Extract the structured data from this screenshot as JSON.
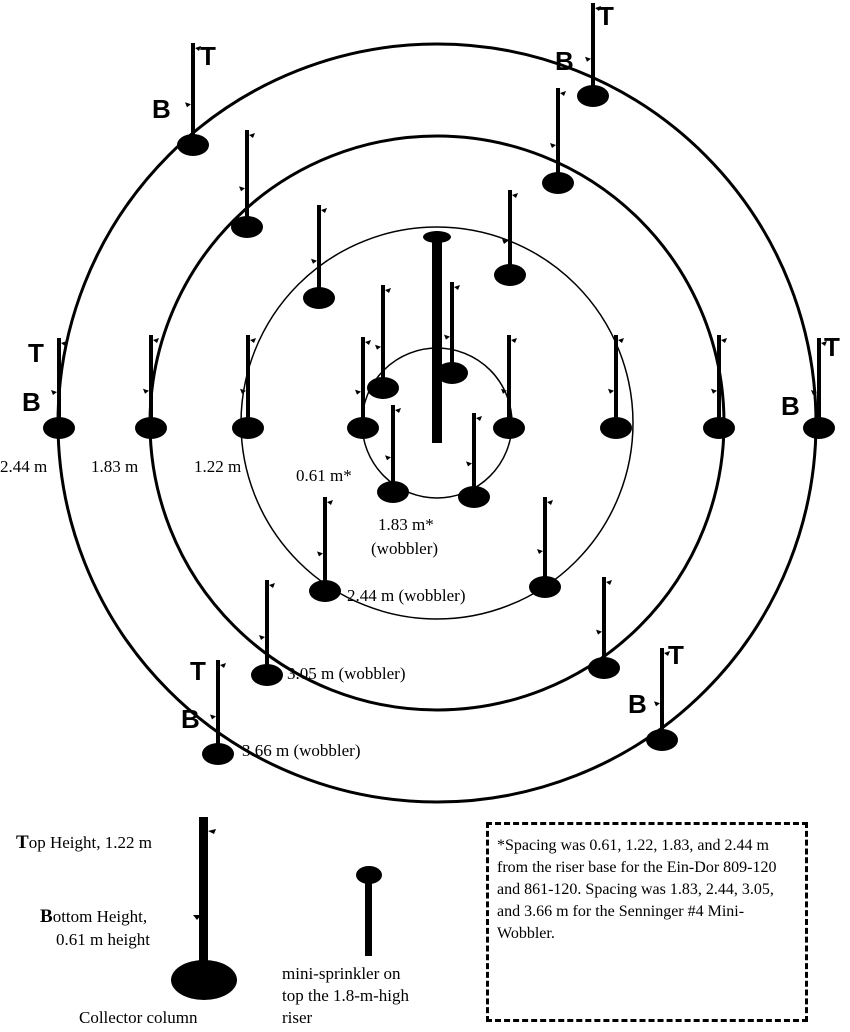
{
  "rings": [
    {
      "label": "0.61 m*",
      "sub": "1.83 m*"
    },
    {
      "label": "1.22 m",
      "sub": "(wobbler)"
    },
    {
      "label": "1.83 m",
      "sub": "2.44 m (wobbler)"
    },
    {
      "label": "2.44 m",
      "sub": "3.05 m (wobbler)"
    },
    {
      "sub": "3.66 m (wobbler)"
    }
  ],
  "markers": {
    "top": "T",
    "bottom": "B"
  },
  "legend": {
    "top_height_first": "T",
    "top_height_rest": "op Height, 1.22 m",
    "bottom_height_first": "B",
    "bottom_height_rest": "ottom Height,",
    "bottom_height_line2": "0.61 m height",
    "collector": "Collector column",
    "sprinkler_line1": "mini-sprinkler on",
    "sprinkler_line2": "top the 1.8-m-high",
    "sprinkler_line3": "riser"
  },
  "note": "*Spacing was 0.61, 1.22, 1.83, and 2.44 m from the riser base for the Ein-Dor 809-120 and 861-120. Spacing was 1.83, 2.44, 3.05, and 3.66 m for the Senninger #4 Mini-Wobbler."
}
